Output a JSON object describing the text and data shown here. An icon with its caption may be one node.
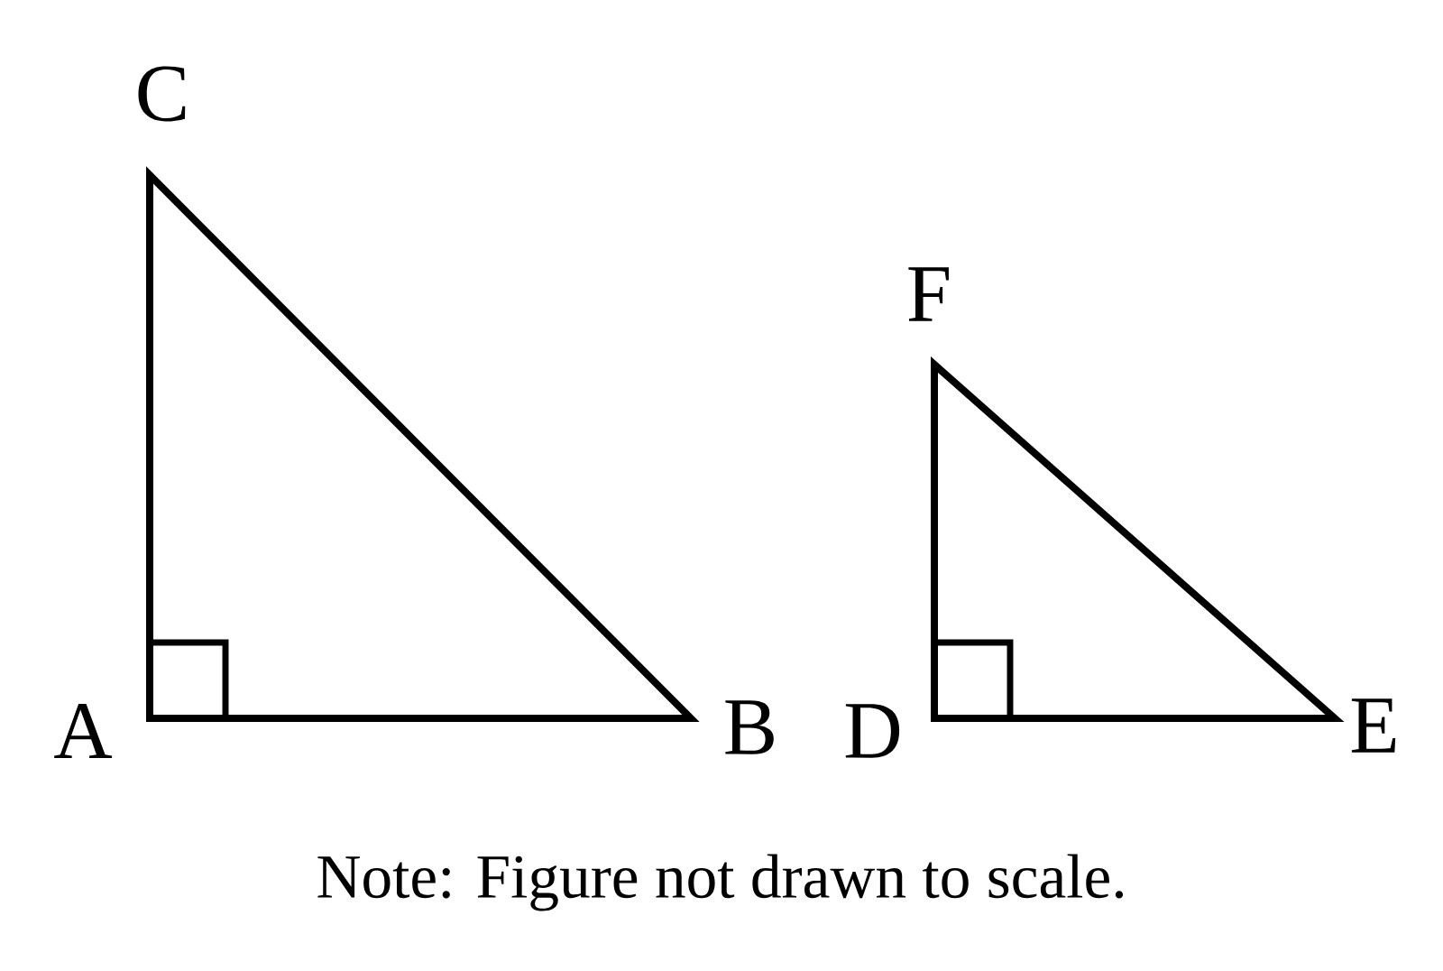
{
  "diagram": {
    "caption": "Note: Figure not drawn to scale.",
    "labels": [
      "C",
      "A",
      "B",
      "F",
      "D",
      "E"
    ]
  }
}
